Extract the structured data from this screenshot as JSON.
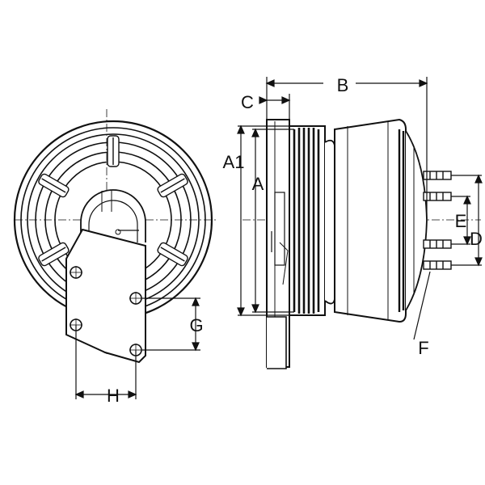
{
  "labels": {
    "a": "A",
    "a1": "A1",
    "b": "B",
    "c": "C",
    "d": "D",
    "e": "E",
    "f": "F",
    "g": "G",
    "h": "H"
  },
  "colors": {
    "line": "#111111",
    "background": "#ffffff"
  }
}
